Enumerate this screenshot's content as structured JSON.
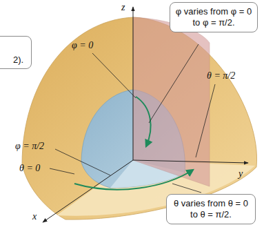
{
  "diagram": {
    "nodes": [
      {
        "text": [
          "φ varies from φ = 0 to φ = π/2."
        ]
      },
      {
        "text": [
          "2)."
        ]
      },
      {
        "text": [
          "θ varies from θ = 0 to θ = π/2."
        ]
      }
    ],
    "labels": [
      "z",
      "φ = 0",
      "θ = π/2",
      "φ = π/2",
      "θ = 0",
      "y",
      "x"
    ]
  }
}
